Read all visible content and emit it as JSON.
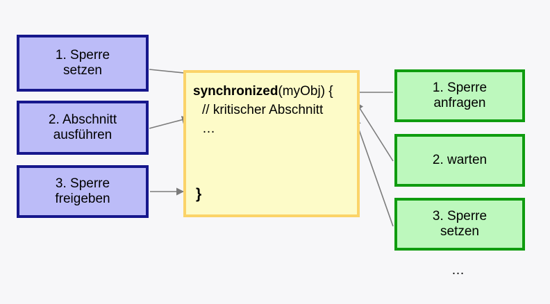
{
  "figure": {
    "background_color": "#f7f7f9",
    "title": "Java synchronized block lock lifecycle diagram"
  },
  "left_column": {
    "accent_border": "#16178c",
    "accent_fill": "#bcbcf8",
    "boxes": [
      {
        "line1": "1. Sperre",
        "line2": "setzen"
      },
      {
        "line1": "2. Abschnitt",
        "line2": "ausführen"
      },
      {
        "line1": "3. Sperre",
        "line2": "freigeben"
      }
    ]
  },
  "code_block": {
    "border_color": "#fbd369",
    "fill_color": "#fdfbc8",
    "keyword": "synchronized",
    "signature": "(myObj) {",
    "comment": "// kritischer Abschnitt",
    "ellipsis": "…",
    "closing_brace": "}"
  },
  "right_column": {
    "accent_border": "#0f9c0f",
    "accent_fill": "#bdf8bd",
    "boxes": [
      {
        "line1": "1. Sperre",
        "line2": "anfragen"
      },
      {
        "line1": "2. warten",
        "line2": ""
      },
      {
        "line1": "3. Sperre",
        "line2": "setzen"
      }
    ],
    "trailing_ellipsis": "…"
  },
  "connectors": {
    "stroke_color": "#7b7b7b",
    "items": [
      {
        "name": "blue-1-to-code-open",
        "from": "1. Sperre setzen",
        "to": "synchronized(myObj) {"
      },
      {
        "name": "blue-2-to-code-comment",
        "from": "2. Abschnitt ausführen",
        "to": "// kritischer Abschnitt"
      },
      {
        "name": "blue-3-to-code-close",
        "from": "3. Sperre freigeben",
        "to": "}"
      },
      {
        "name": "green-1-to-code-open",
        "from": "1. Sperre anfragen",
        "to": "synchronized(myObj) {"
      },
      {
        "name": "green-2-to-code-open",
        "from": "2. warten",
        "to": "synchronized(myObj) {"
      },
      {
        "name": "green-3-to-code-open",
        "from": "3. Sperre setzen",
        "to": "synchronized(myObj) {"
      }
    ]
  }
}
